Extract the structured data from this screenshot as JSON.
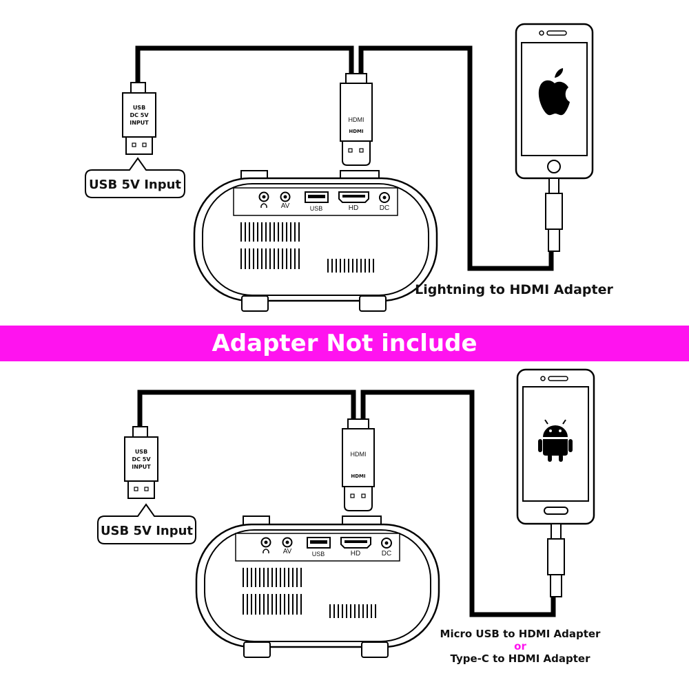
{
  "banner": {
    "text": "Adapter Not include",
    "color": "#ff13ef"
  },
  "top_diagram": {
    "usb_connector_lines": [
      "USB",
      "DC 5V",
      "INPUT"
    ],
    "usb_callout": "USB 5V Input",
    "hdmi_connector_labels": [
      "HDMI",
      "HDMI"
    ],
    "projector_ports": [
      "AV",
      "USB",
      "HD",
      "DC"
    ],
    "phone_logo": "apple-logo-icon",
    "adapter_caption": "Lightning to HDMI Adapter"
  },
  "bottom_diagram": {
    "usb_connector_lines": [
      "USB",
      "DC 5V",
      "INPUT"
    ],
    "usb_callout": "USB 5V Input",
    "hdmi_connector_labels": [
      "HDMI",
      "HDMI"
    ],
    "projector_ports": [
      "AV",
      "USB",
      "HD",
      "DC"
    ],
    "phone_logo": "android-robot-icon",
    "adapter_caption_line1": "Micro USB to HDMI Adapter",
    "adapter_caption_or": "or",
    "adapter_caption_line2": "Type-C to HDMI Adapter",
    "or_color": "#ff13ef"
  }
}
